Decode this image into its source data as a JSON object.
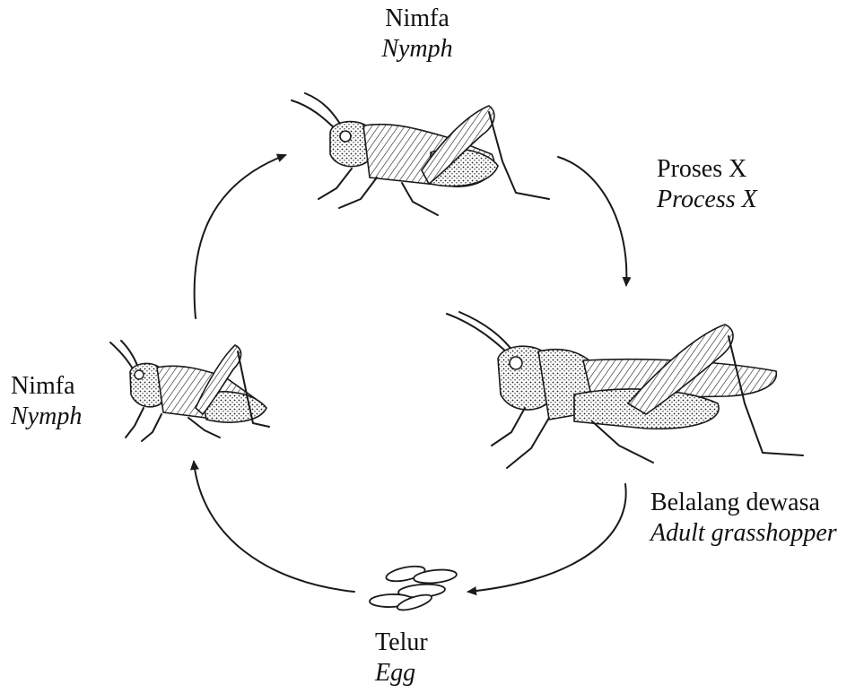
{
  "stages": {
    "nymph_top": {
      "label_ms": "Nimfa",
      "label_en": "Nymph"
    },
    "process": {
      "label_ms": "Proses X",
      "label_en": "Process X"
    },
    "adult": {
      "label_ms": "Belalang dewasa",
      "label_en": "Adult grasshopper"
    },
    "egg": {
      "label_ms": "Telur",
      "label_en": "Egg"
    },
    "nymph_left": {
      "label_ms": "Nimfa",
      "label_en": "Nymph"
    }
  },
  "colors": {
    "ink": "#1a1a1a",
    "background": "#ffffff"
  }
}
